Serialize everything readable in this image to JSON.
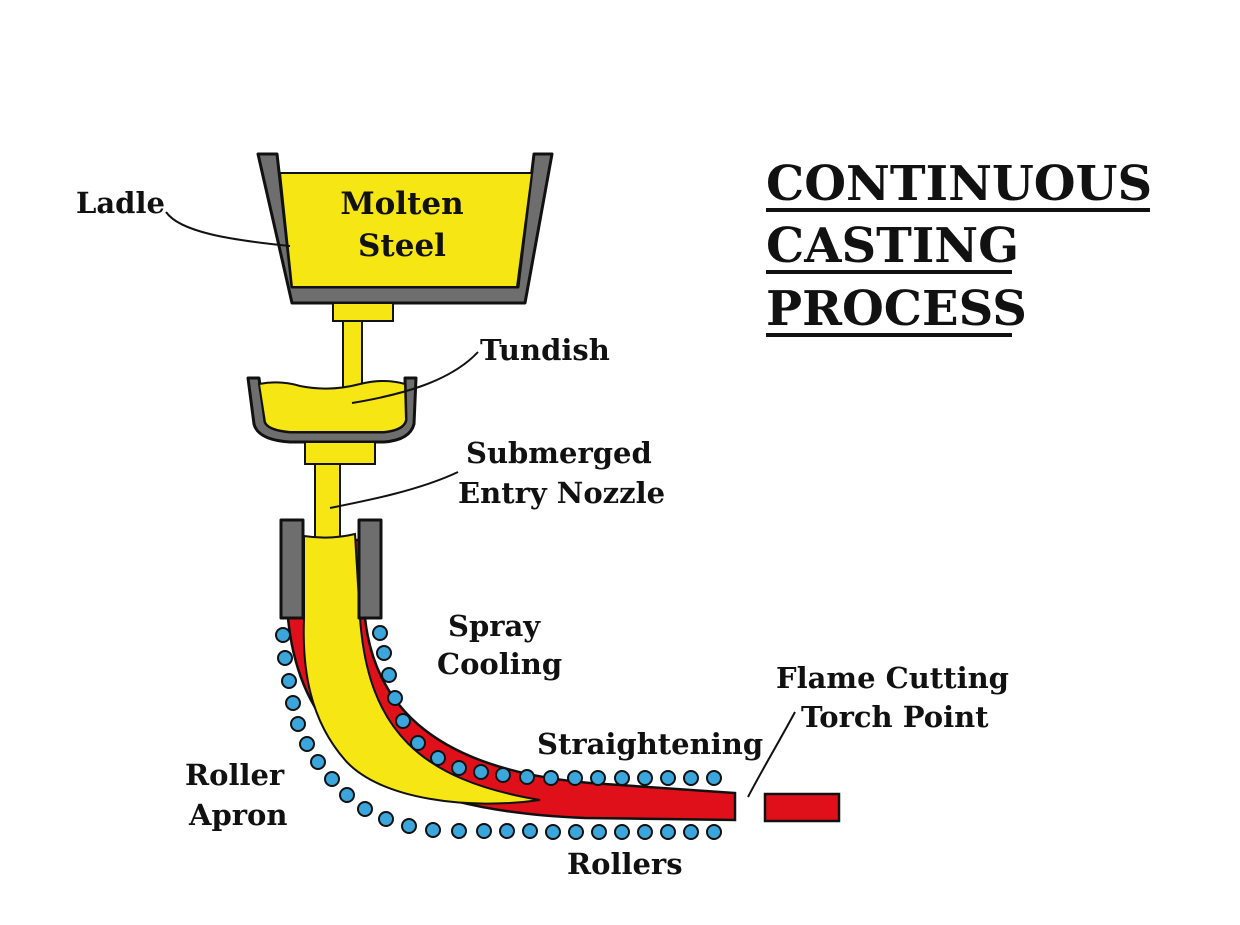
{
  "title": {
    "lines": [
      "CONTINUOUS",
      "CASTING",
      "PROCESS"
    ]
  },
  "labels": {
    "ladle": "Ladle",
    "molten_steel_1": "Molten",
    "molten_steel_2": "Steel",
    "tundish": "Tundish",
    "nozzle_1": "Submerged",
    "nozzle_2": "Entry Nozzle",
    "spray_1": "Spray",
    "spray_2": "Cooling",
    "roller_apron_1": "Roller",
    "roller_apron_2": "Apron",
    "straightening": "Straightening",
    "flame_1": "Flame Cutting",
    "flame_2": "Torch Point",
    "rollers": "Rollers"
  },
  "colors": {
    "molten_steel": "#f5e614",
    "vessel_wall": "#6e6e6e",
    "solid_shell": "#e0101a",
    "roller": "#3aa6dc",
    "outline": "#111111"
  }
}
